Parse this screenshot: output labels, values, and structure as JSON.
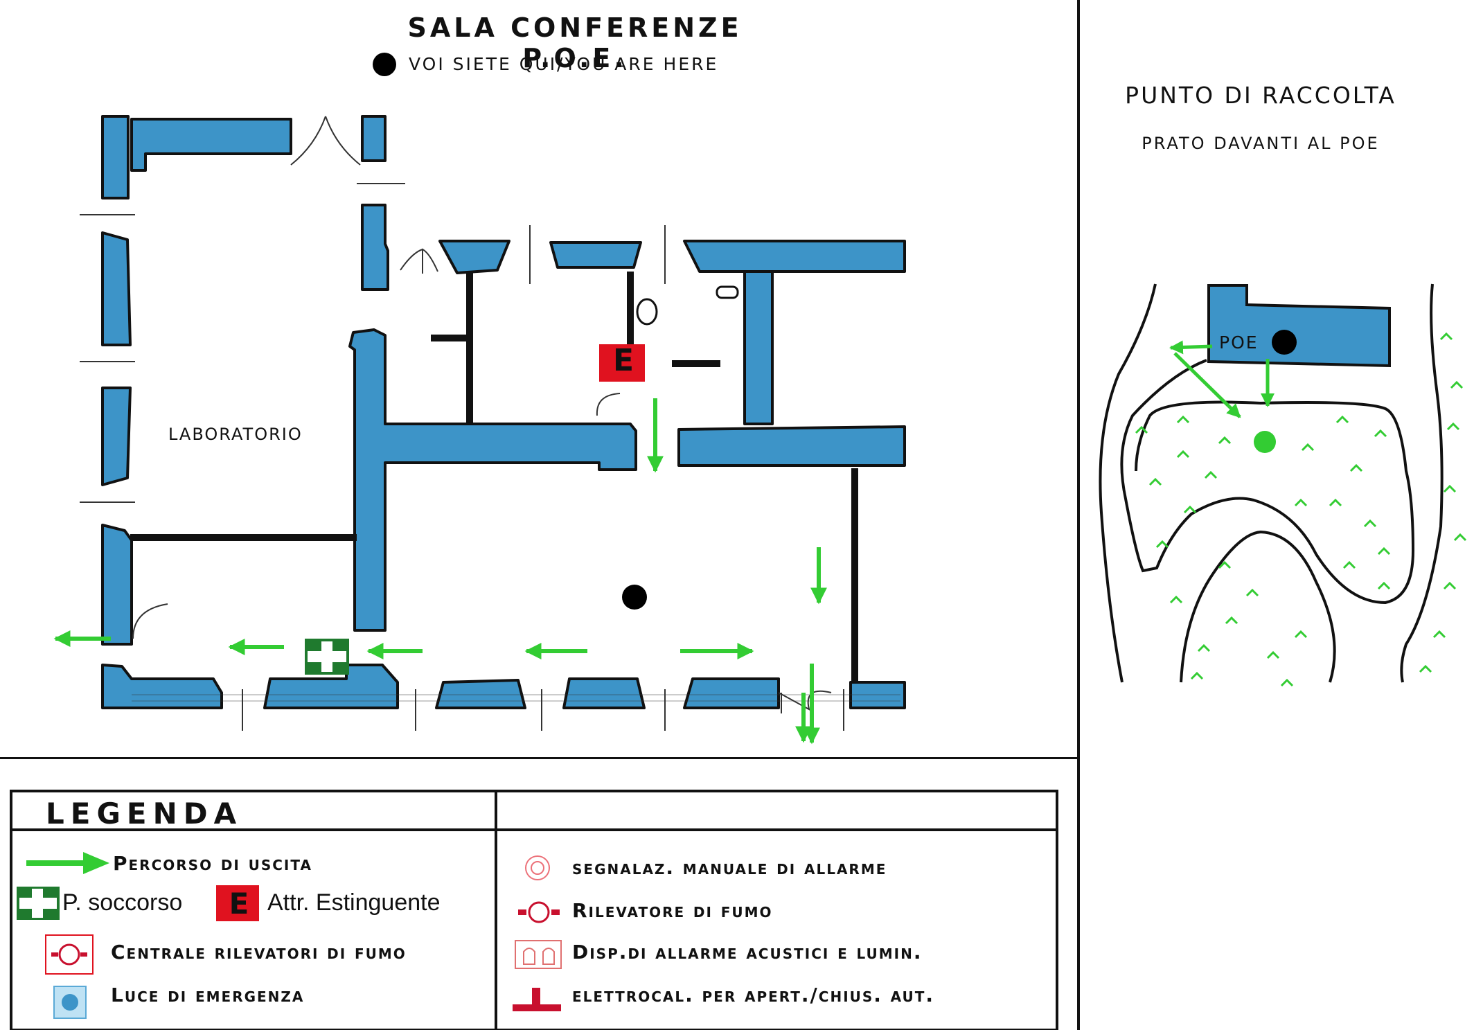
{
  "header": {
    "title": "SALA CONFERENZE P.O.E.",
    "you_are_here": "VOI SIETE QUI/YOU ARE HERE"
  },
  "floor_plan": {
    "room_label": "LABORATORIO",
    "extinguisher_letter": "E"
  },
  "assembly_point": {
    "title": "PUNTO DI RACCOLTA",
    "subtitle": "PRATO DAVANTI AL POE",
    "building_label": "POE"
  },
  "legend": {
    "title": "LEGENDA",
    "left_items": [
      {
        "icon": "green-arrow-icon",
        "label": "Percorso di uscita"
      },
      {
        "icon": "first-aid-icon",
        "label": "P. soccorso"
      },
      {
        "icon": "extinguisher-icon",
        "label": "Attr. Estinguente"
      },
      {
        "icon": "smoke-control-unit-icon",
        "label": "Centrale rilevatori di fumo"
      },
      {
        "icon": "emergency-light-icon",
        "label": "Luce di emergenza"
      }
    ],
    "right_items": [
      {
        "icon": "manual-alarm-icon",
        "label": "segnalaz. manuale di allarme"
      },
      {
        "icon": "smoke-detector-icon",
        "label": "Rilevatore di fumo"
      },
      {
        "icon": "acoustic-light-alarm-icon",
        "label": "Disp.di allarme acustici e lumin."
      },
      {
        "icon": "electromagnet-icon",
        "label": "elettrocal. per apert./chius. aut."
      }
    ]
  },
  "colors": {
    "wall": "#3d94c8",
    "route": "#33cc33",
    "extinguisher": "#e0121f",
    "first_aid": "#1f7a2e",
    "outline": "#111111"
  }
}
